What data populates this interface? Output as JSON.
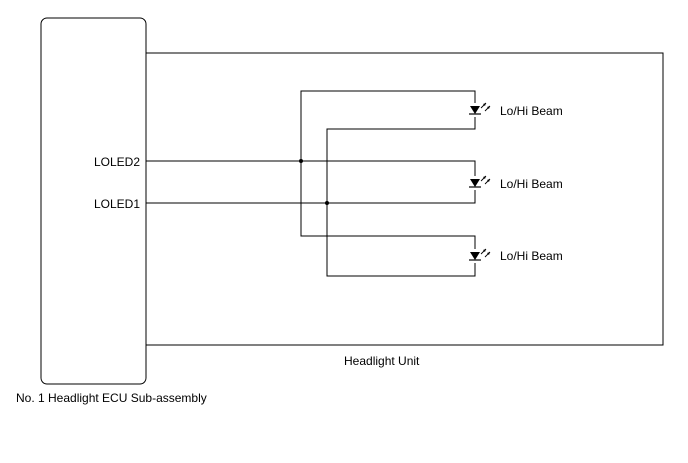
{
  "ecu": {
    "name": "No. 1 Headlight ECU Sub-assembly",
    "pins": [
      "LOLED2",
      "LOLED1"
    ]
  },
  "headlight_unit": {
    "name": "Headlight Unit",
    "leds": [
      {
        "label": "Lo/Hi Beam"
      },
      {
        "label": "Lo/Hi Beam"
      },
      {
        "label": "Lo/Hi Beam"
      }
    ]
  },
  "colors": {
    "line": "#000000",
    "background": "#ffffff"
  }
}
